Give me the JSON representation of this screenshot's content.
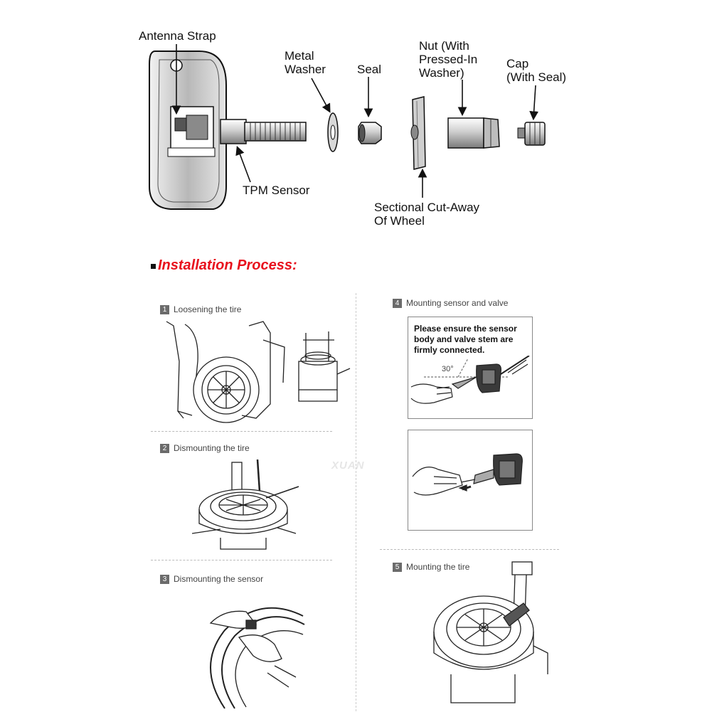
{
  "labels": {
    "antenna_strap": "Antenna Strap",
    "metal_washer_1": "Metal",
    "metal_washer_2": "Washer",
    "seal": "Seal",
    "nut_1": "Nut (With",
    "nut_2": "Pressed-In",
    "nut_3": "Washer)",
    "cap_1": "Cap",
    "cap_2": "(With Seal)",
    "tpm_sensor": "TPM Sensor",
    "cutaway_1": "Sectional Cut-Away",
    "cutaway_2": "Of Wheel"
  },
  "heading": "Installation Process:",
  "steps": [
    {
      "num": "1",
      "label": "Loosening the tire"
    },
    {
      "num": "2",
      "label": "Dismounting the tire"
    },
    {
      "num": "3",
      "label": "Dismounting the sensor"
    },
    {
      "num": "4",
      "label": "Mounting sensor and valve"
    },
    {
      "num": "5",
      "label": "Mounting the tire"
    }
  ],
  "note": "Please ensure the sensor body and valve stem are firmly connected.",
  "angle": "30°",
  "watermark": "XUAN",
  "colors": {
    "heading": "#e8111d",
    "line": "#111111"
  }
}
